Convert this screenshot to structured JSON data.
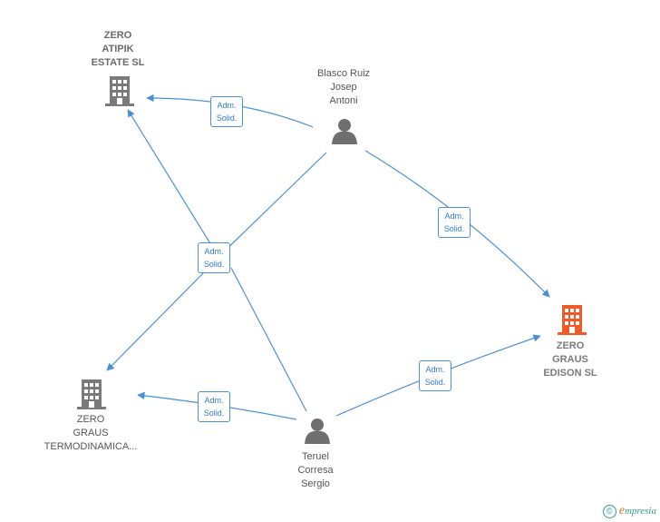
{
  "nodes": {
    "zero_atipik": {
      "type": "company",
      "lines": [
        "ZERO",
        "ATIPIK",
        "ESTATE  SL"
      ],
      "icon": "building-icon",
      "color": "#7a7a7a"
    },
    "blasco": {
      "type": "person",
      "lines": [
        "Blasco Ruiz",
        "Josep",
        "Antoni"
      ],
      "icon": "person-icon",
      "color": "#6f6f6f"
    },
    "zero_graus_edison": {
      "type": "company-focus",
      "lines": [
        "ZERO",
        "GRAUS",
        "EDISON  SL"
      ],
      "icon": "building-icon",
      "color": "#f05a28"
    },
    "zero_graus_termo": {
      "type": "company",
      "lines": [
        "ZERO",
        "GRAUS",
        "TERMODINAMICA..."
      ],
      "icon": "building-icon",
      "color": "#7a7a7a"
    },
    "teruel": {
      "type": "person",
      "lines": [
        "Teruel",
        "Corresa",
        "Sergio"
      ],
      "icon": "person-icon",
      "color": "#6f6f6f"
    }
  },
  "edge_label": [
    "Adm.",
    "Solid."
  ],
  "colors": {
    "edge": "#4a90d9",
    "label_text": "#2f7bd1",
    "focus": "#f05a28"
  },
  "brand": {
    "copyright": "©",
    "initial": "e",
    "name": "mpresia"
  }
}
